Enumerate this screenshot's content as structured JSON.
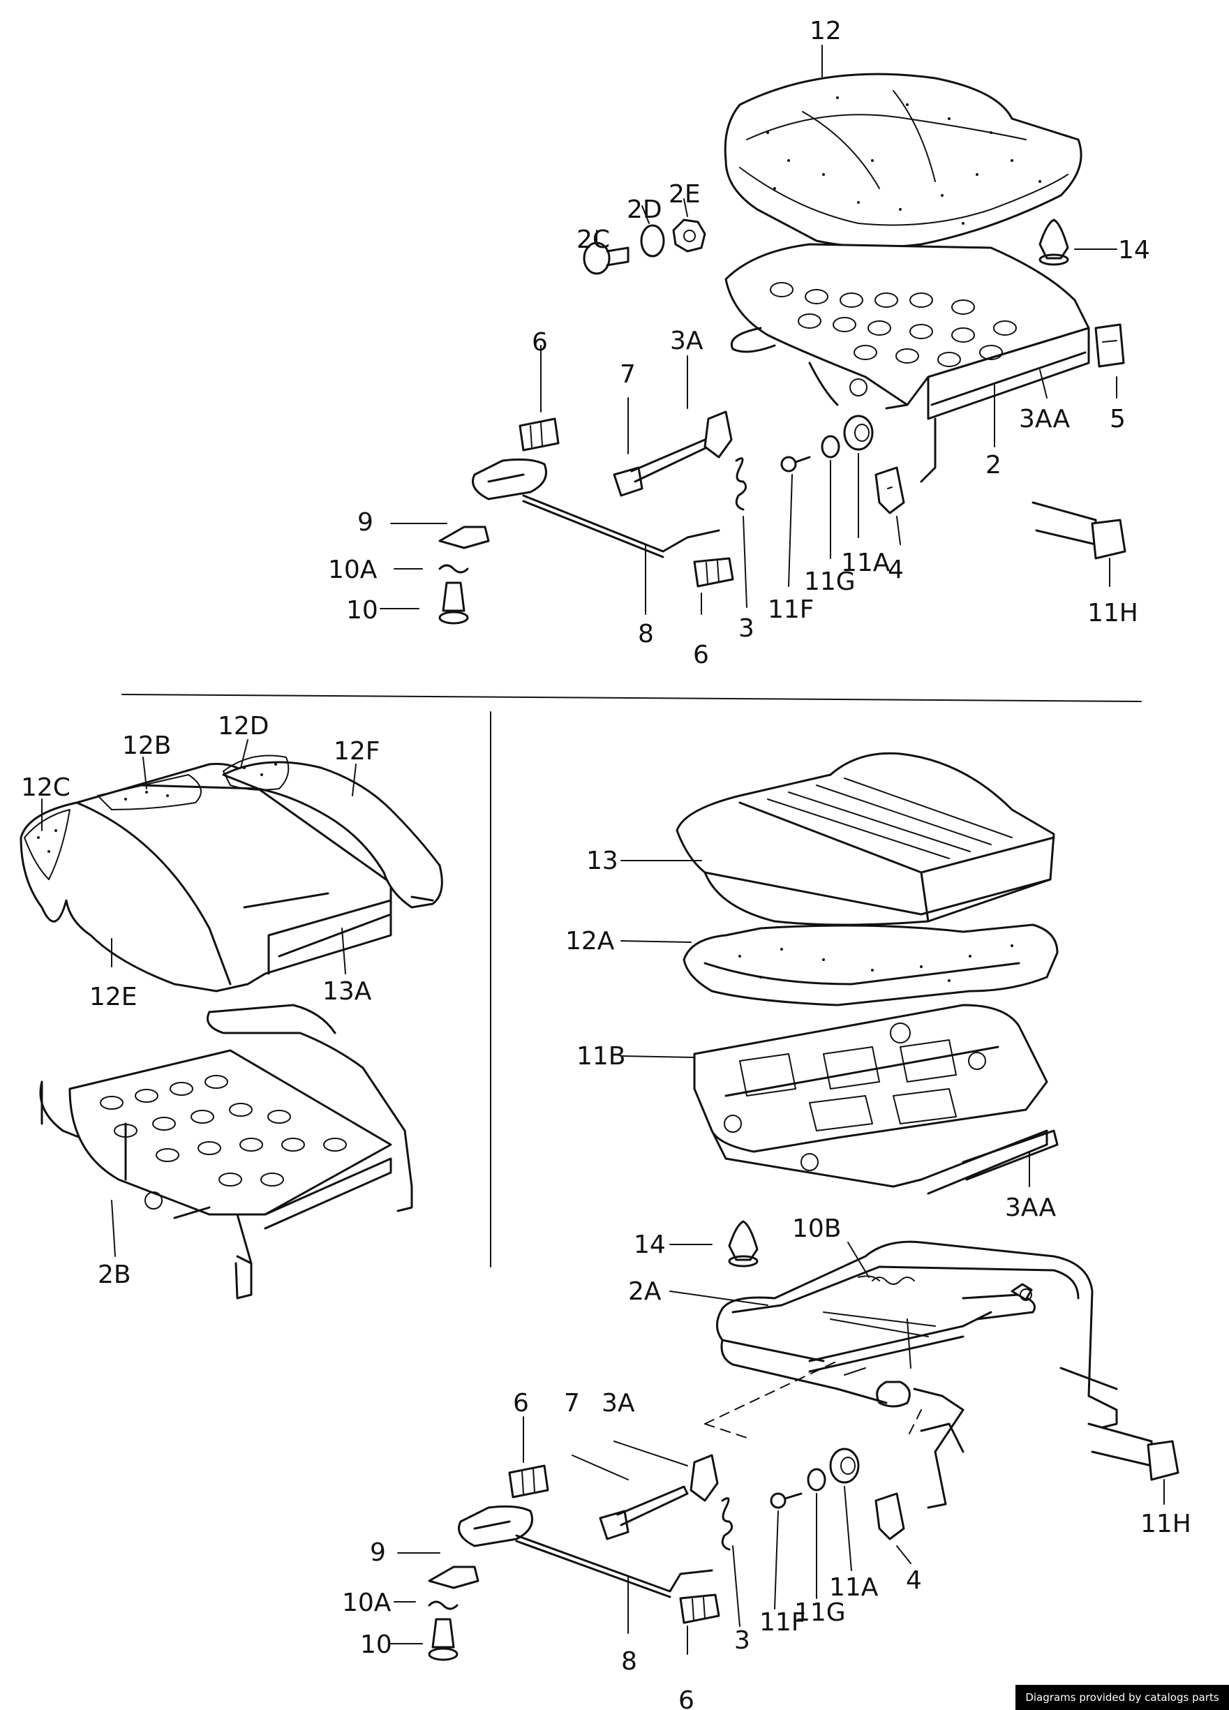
{
  "diagram": {
    "labels": {
      "top_12": "12",
      "top_14": "14",
      "top_2C": "2C",
      "top_2D": "2D",
      "top_2E": "2E",
      "top_6a": "6",
      "top_7": "7",
      "top_3A": "3A",
      "top_3AA": "3AA",
      "top_5": "5",
      "top_2": "2",
      "top_9": "9",
      "top_10A": "10A",
      "top_10": "10",
      "top_8": "8",
      "top_6b": "6",
      "top_3": "3",
      "top_11F": "11F",
      "top_11G": "11G",
      "top_11A": "11A",
      "top_4": "4",
      "top_11H": "11H",
      "left_12C": "12C",
      "left_12B": "12B",
      "left_12D": "12D",
      "left_12F": "12F",
      "left_12E": "12E",
      "left_13A": "13A",
      "left_2B": "2B",
      "right_13": "13",
      "right_12A": "12A",
      "right_11B": "11B",
      "right_3AA": "3AA",
      "bot_14": "14",
      "bot_10B": "10B",
      "bot_2A": "2A",
      "bot_6a": "6",
      "bot_7": "7",
      "bot_3A": "3A",
      "bot_9": "9",
      "bot_10A": "10A",
      "bot_10": "10",
      "bot_8": "8",
      "bot_6b": "6",
      "bot_3": "3",
      "bot_11F": "11F",
      "bot_11G": "11G",
      "bot_11A": "11A",
      "bot_4": "4",
      "bot_11H": "11H"
    }
  },
  "watermark": {
    "text": "Diagrams provided by catalogs parts"
  }
}
